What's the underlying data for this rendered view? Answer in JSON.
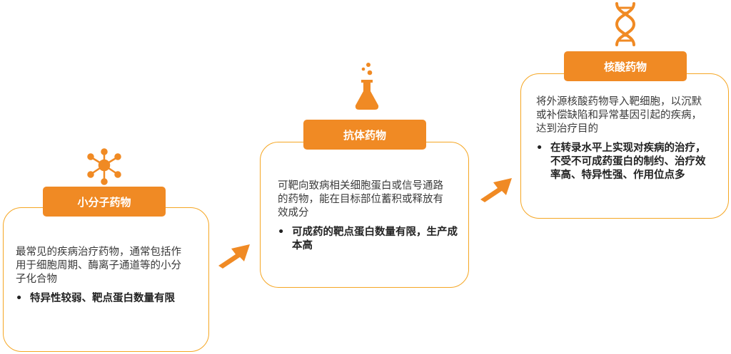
{
  "stages": [
    {
      "title": "小分子药物",
      "icon": "molecule-icon",
      "desc": "最常见的疾病治疗药物，通常包括作用于细胞周期、酶离子通道等的小分子化合物",
      "bullet": "特异性较弱、靶点蛋白数量有限"
    },
    {
      "title": "抗体药物",
      "icon": "flask-icon",
      "desc": "可靶向致病相关细胞蛋白或信号通路的药物，能在目标部位蓄积或释放有效成分",
      "bullet": "可成药的靶点蛋白数量有限，生产成本高"
    },
    {
      "title": "核酸药物",
      "icon": "dna-icon",
      "desc": "将外源核酸药物导入靶细胞，以沉默或补偿缺陷和异常基因引起的疾病，达到治疗目的",
      "bullet": "在转录水平上实现对疾病的治疗，不受不可成药蛋白的制约、治疗效率高、特异性强、作用位点多"
    }
  ],
  "colors": {
    "accent": "#f08a24",
    "border": "#f5a623"
  }
}
